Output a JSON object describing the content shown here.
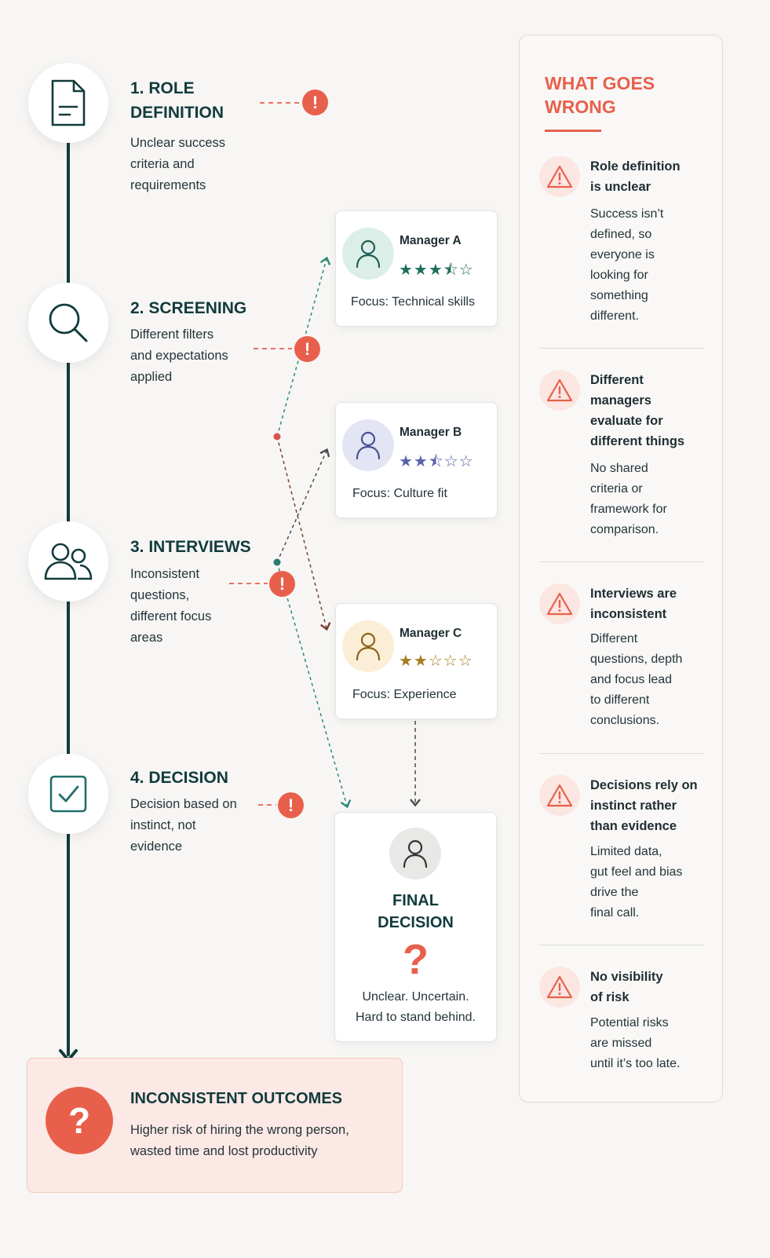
{
  "steps": [
    {
      "title_line1": "1. ROLE",
      "title_line2": "DEFINITION",
      "desc": [
        "Unclear success",
        "criteria and",
        "requirements"
      ],
      "icon": "document-icon"
    },
    {
      "title": "2. SCREENING",
      "desc": [
        "Different filters",
        "and expectations",
        "applied"
      ],
      "icon": "search-icon"
    },
    {
      "title": "3. INTERVIEWS",
      "desc": [
        "Inconsistent",
        "questions,",
        "different focus",
        "areas"
      ],
      "icon": "users-icon"
    },
    {
      "title": "4. DECISION",
      "desc": [
        "Decision based on",
        "instinct, not",
        "evidence"
      ],
      "icon": "checkbox-icon"
    }
  ],
  "warning_mark": "!",
  "managers": [
    {
      "name": "Manager A",
      "rating": 3.5,
      "stars_text": "★★★⯪☆",
      "focus": "Focus: Technical skills",
      "color": "#1f6f5c",
      "avatar_bg": "#dceee8"
    },
    {
      "name": "Manager B",
      "rating": 2.5,
      "stars_text": "★★⯪☆☆",
      "focus": "Focus: Culture fit",
      "color": "#5a62a8",
      "avatar_bg": "#e3e5f5"
    },
    {
      "name": "Manager C",
      "rating": 2,
      "stars_text": "★★☆☆☆",
      "focus": "Focus: Experience",
      "color": "#a67c20",
      "avatar_bg": "#fbeed6"
    }
  ],
  "final": {
    "title_line1": "FINAL",
    "title_line2": "DECISION",
    "mark": "?",
    "desc_line1": "Unclear. Uncertain.",
    "desc_line2": "Hard to stand behind."
  },
  "panel": {
    "title_line1": "WHAT GOES",
    "title_line2": "WRONG",
    "issues": [
      {
        "title": [
          "Role definition",
          "is unclear"
        ],
        "desc": [
          "Success isn’t",
          "defined, so",
          "everyone is",
          "looking for",
          "something",
          "different."
        ]
      },
      {
        "title": [
          "Different",
          "managers",
          "evaluate for",
          "different things"
        ],
        "desc": [
          "No shared",
          "criteria or",
          "framework for",
          "comparison."
        ]
      },
      {
        "title": [
          "Interviews are",
          "inconsistent"
        ],
        "desc": [
          "Different",
          "questions, depth",
          "and focus lead",
          "to different",
          "conclusions."
        ]
      },
      {
        "title": [
          "Decisions rely on",
          "instinct rather",
          "than evidence"
        ],
        "desc": [
          "Limited data,",
          "gut feel and bias",
          "drive the",
          "final call."
        ]
      },
      {
        "title": [
          "No visibility",
          "of risk"
        ],
        "desc": [
          "Potential risks",
          "are missed",
          "until it’s too late."
        ]
      }
    ]
  },
  "outcome": {
    "mark": "?",
    "title": "INCONSISTENT OUTCOMES",
    "desc_line1": "Higher risk of hiring the wrong person,",
    "desc_line2": "wasted time and lost productivity"
  },
  "colors": {
    "accent": "#e8604c",
    "dark": "#123b3c"
  }
}
